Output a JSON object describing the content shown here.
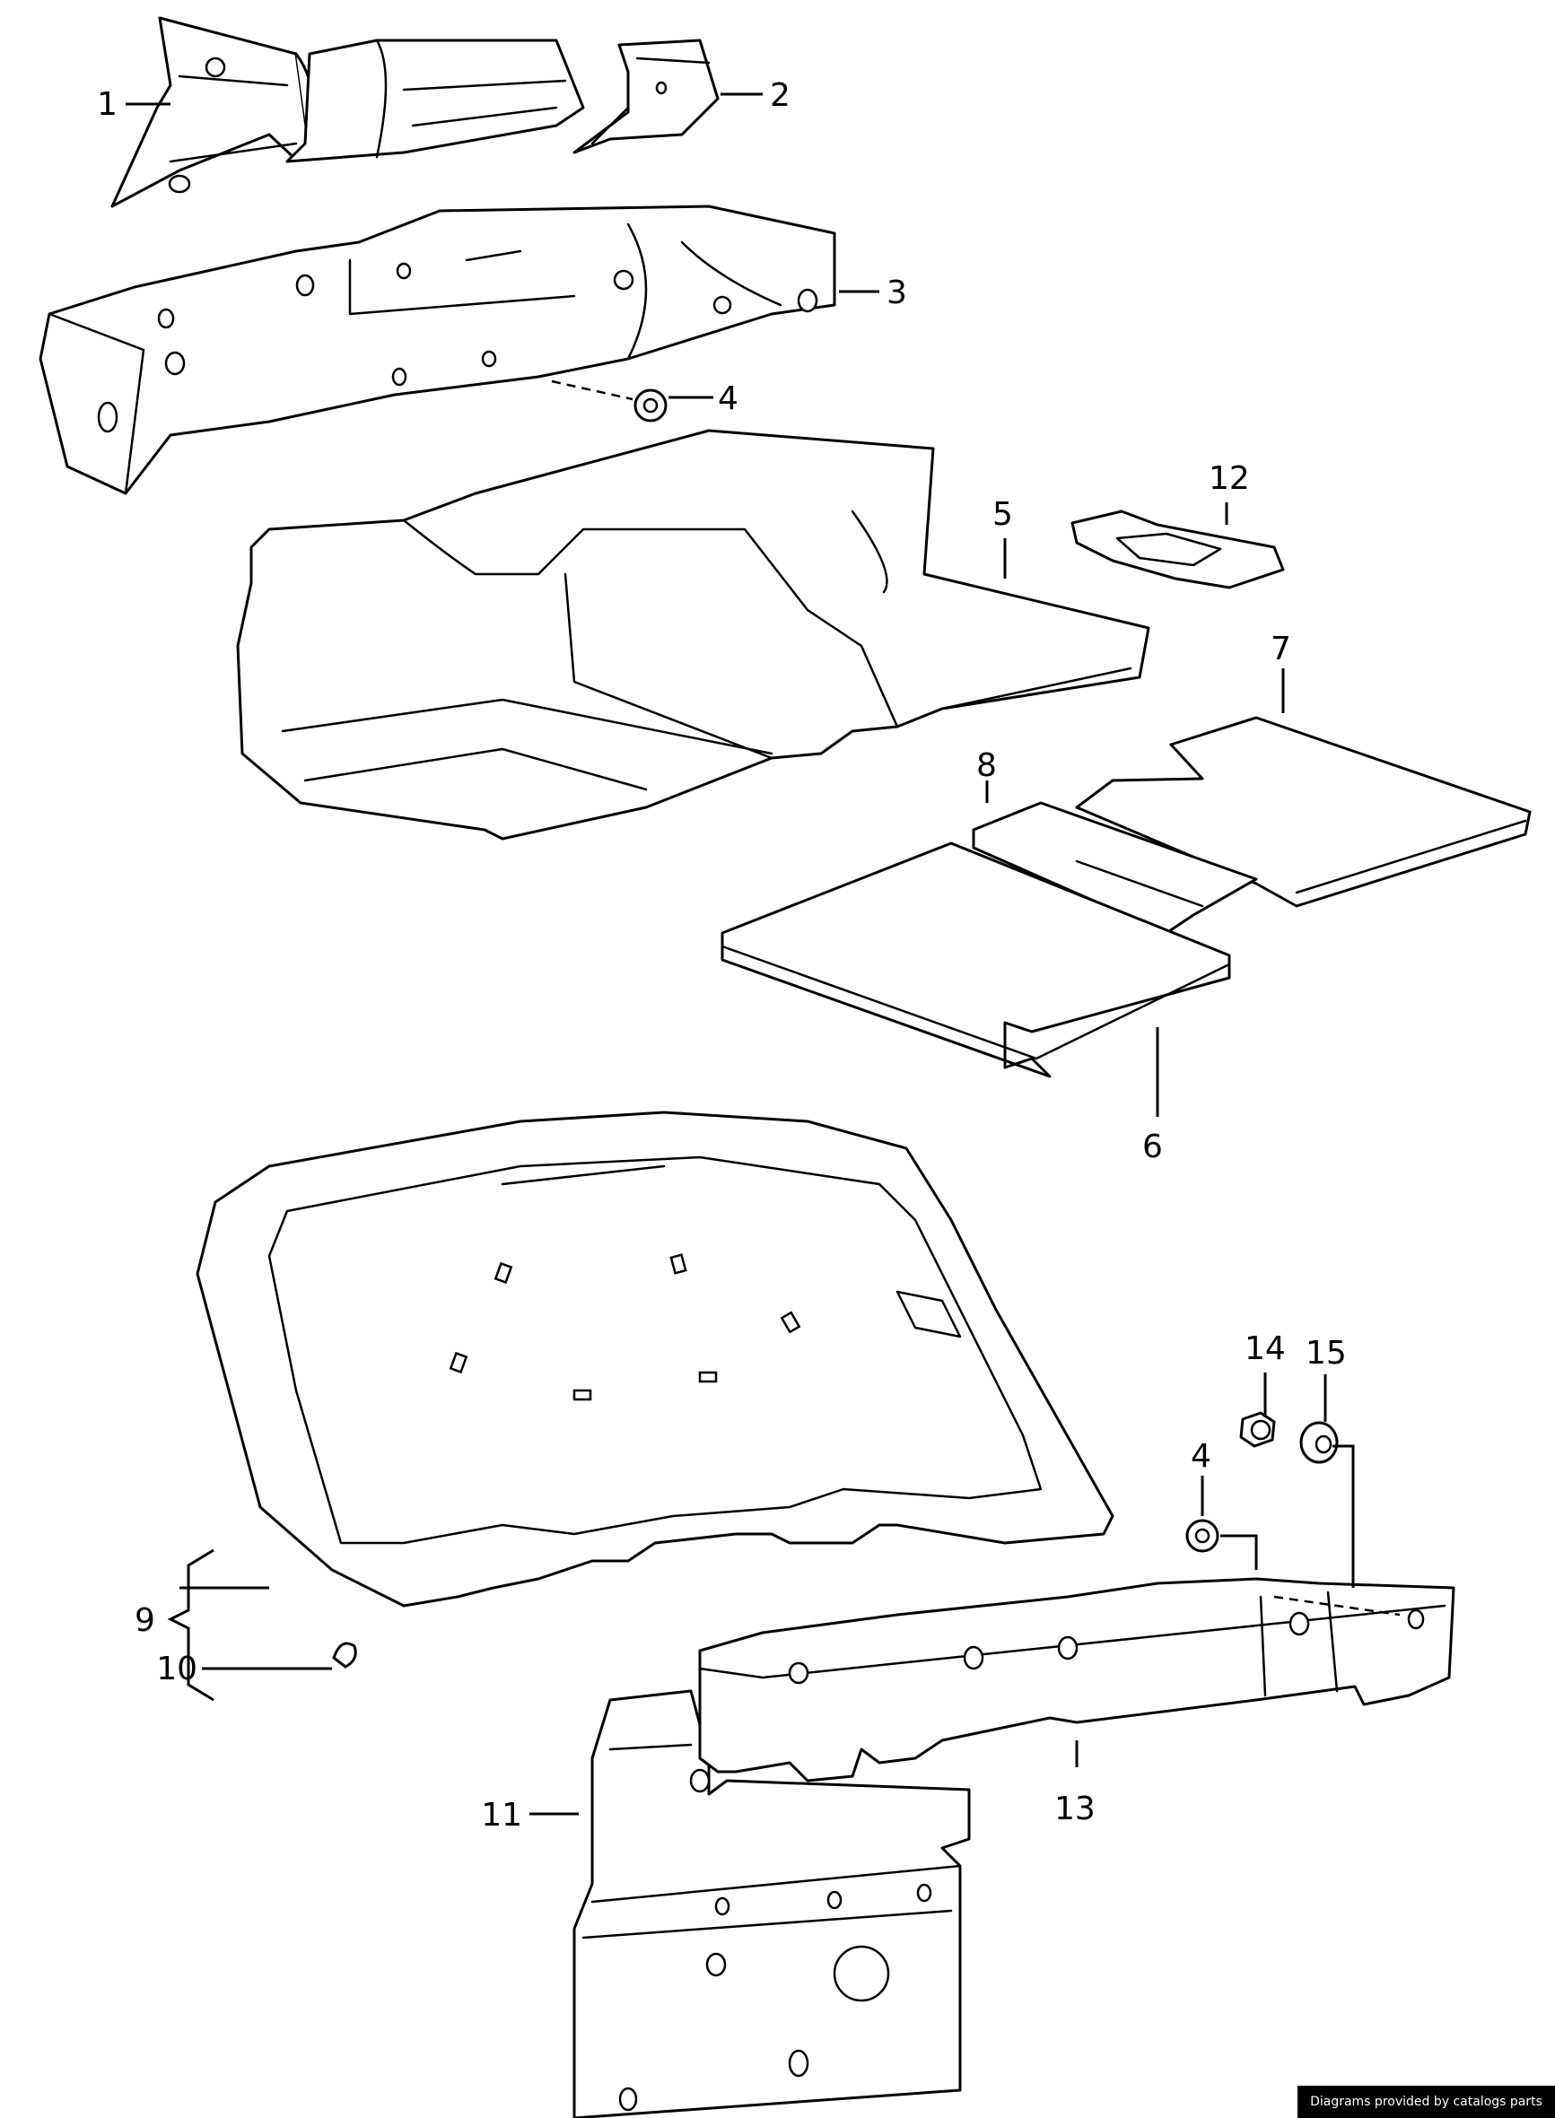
{
  "callouts": {
    "p1": "1",
    "p2": "2",
    "p3": "3",
    "p4a": "4",
    "p5": "5",
    "p6": "6",
    "p7": "7",
    "p8": "8",
    "p9": "9",
    "p10": "10",
    "p11": "11",
    "p12": "12",
    "p13": "13",
    "p4b": "4",
    "p14": "14",
    "p15": "15"
  },
  "credit": "Diagrams provided by catalogs parts"
}
